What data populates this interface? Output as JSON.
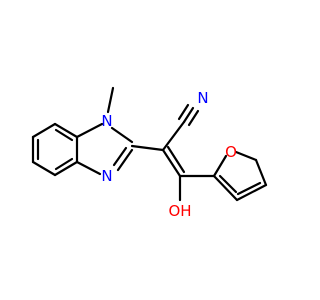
{
  "colors": {
    "background": "#ffffff",
    "carbon_bond": "#000000",
    "nitrogen": "#0000ff",
    "oxygen": "#ff0000"
  },
  "atoms": {
    "n_methyl": "N",
    "n_imine": "N",
    "n_nitrile": "N",
    "o_furan": "O",
    "o_hydroxyl": "OH"
  }
}
